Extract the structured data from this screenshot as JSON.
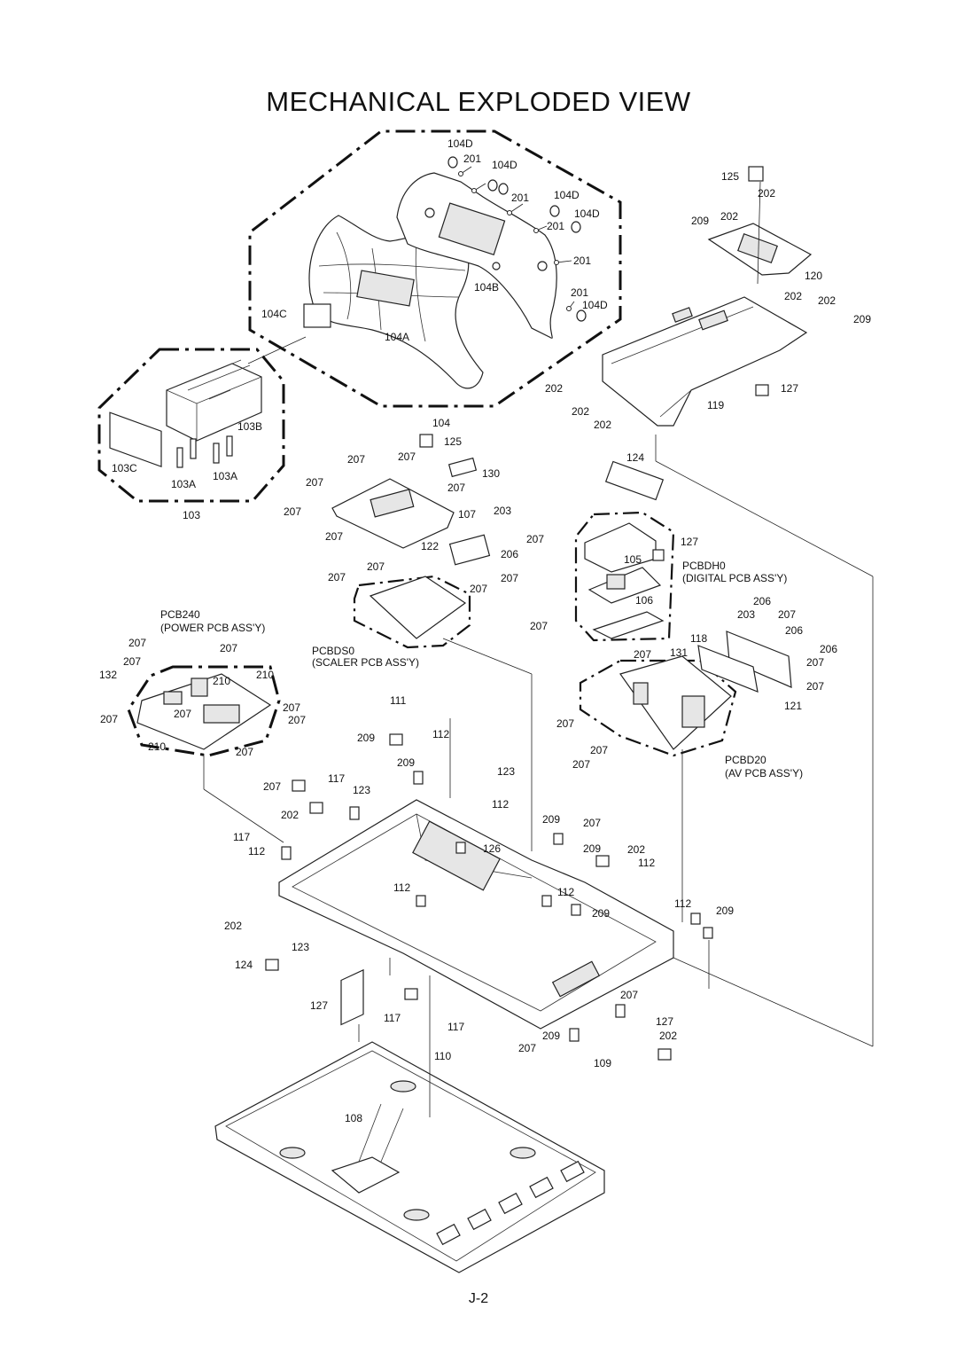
{
  "page": {
    "title": "MECHANICAL EXPLODED VIEW",
    "page_number": "J-2"
  },
  "groups": {
    "g104": "104",
    "g103": "103"
  },
  "assemblies": [
    {
      "code": "PCB240",
      "desc": "(POWER PCB ASS'Y)"
    },
    {
      "code": "PCBDS0",
      "desc": "(SCALER PCB ASS'Y)"
    },
    {
      "code": "PCBDH0",
      "desc": "(DIGITAL PCB ASS'Y)"
    },
    {
      "code": "PCBD20",
      "desc": "(AV PCB ASS'Y)"
    }
  ],
  "labels": [
    {
      "text": "104D"
    },
    {
      "text": "201"
    },
    {
      "text": "104D"
    },
    {
      "text": "201"
    },
    {
      "text": "104D"
    },
    {
      "text": "104D"
    },
    {
      "text": "201"
    },
    {
      "text": "201"
    },
    {
      "text": "104B"
    },
    {
      "text": "201"
    },
    {
      "text": "104D"
    },
    {
      "text": "104C"
    },
    {
      "text": "104A"
    },
    {
      "text": "125"
    },
    {
      "text": "202"
    },
    {
      "text": "209"
    },
    {
      "text": "202"
    },
    {
      "text": "120"
    },
    {
      "text": "202"
    },
    {
      "text": "202"
    },
    {
      "text": "209"
    },
    {
      "text": "202"
    },
    {
      "text": "127"
    },
    {
      "text": "202"
    },
    {
      "text": "119"
    },
    {
      "text": "202"
    },
    {
      "text": "103B"
    },
    {
      "text": "103C"
    },
    {
      "text": "103A"
    },
    {
      "text": "103A"
    },
    {
      "text": "207"
    },
    {
      "text": "207"
    },
    {
      "text": "125"
    },
    {
      "text": "130"
    },
    {
      "text": "207"
    },
    {
      "text": "207"
    },
    {
      "text": "207"
    },
    {
      "text": "107"
    },
    {
      "text": "203"
    },
    {
      "text": "207"
    },
    {
      "text": "122"
    },
    {
      "text": "207"
    },
    {
      "text": "206"
    },
    {
      "text": "207"
    },
    {
      "text": "207"
    },
    {
      "text": "207"
    },
    {
      "text": "207"
    },
    {
      "text": "124"
    },
    {
      "text": "127"
    },
    {
      "text": "105"
    },
    {
      "text": "106"
    },
    {
      "text": "206"
    },
    {
      "text": "203"
    },
    {
      "text": "207"
    },
    {
      "text": "206"
    },
    {
      "text": "118"
    },
    {
      "text": "207"
    },
    {
      "text": "131"
    },
    {
      "text": "207"
    },
    {
      "text": "206"
    },
    {
      "text": "207"
    },
    {
      "text": "121"
    },
    {
      "text": "207"
    },
    {
      "text": "207"
    },
    {
      "text": "207"
    },
    {
      "text": "207"
    },
    {
      "text": "207"
    },
    {
      "text": "207"
    },
    {
      "text": "207"
    },
    {
      "text": "132"
    },
    {
      "text": "210"
    },
    {
      "text": "210"
    },
    {
      "text": "207"
    },
    {
      "text": "207"
    },
    {
      "text": "207"
    },
    {
      "text": "207"
    },
    {
      "text": "210"
    },
    {
      "text": "207"
    },
    {
      "text": "111"
    },
    {
      "text": "209"
    },
    {
      "text": "112"
    },
    {
      "text": "209"
    },
    {
      "text": "123"
    },
    {
      "text": "207"
    },
    {
      "text": "117"
    },
    {
      "text": "123"
    },
    {
      "text": "202"
    },
    {
      "text": "112"
    },
    {
      "text": "209"
    },
    {
      "text": "207"
    },
    {
      "text": "117"
    },
    {
      "text": "112"
    },
    {
      "text": "126"
    },
    {
      "text": "209"
    },
    {
      "text": "202"
    },
    {
      "text": "112"
    },
    {
      "text": "112"
    },
    {
      "text": "112"
    },
    {
      "text": "209"
    },
    {
      "text": "112"
    },
    {
      "text": "209"
    },
    {
      "text": "202"
    },
    {
      "text": "123"
    },
    {
      "text": "124"
    },
    {
      "text": "127"
    },
    {
      "text": "117"
    },
    {
      "text": "207"
    },
    {
      "text": "127"
    },
    {
      "text": "202"
    },
    {
      "text": "117"
    },
    {
      "text": "209"
    },
    {
      "text": "110"
    },
    {
      "text": "207"
    },
    {
      "text": "109"
    },
    {
      "text": "108"
    }
  ]
}
